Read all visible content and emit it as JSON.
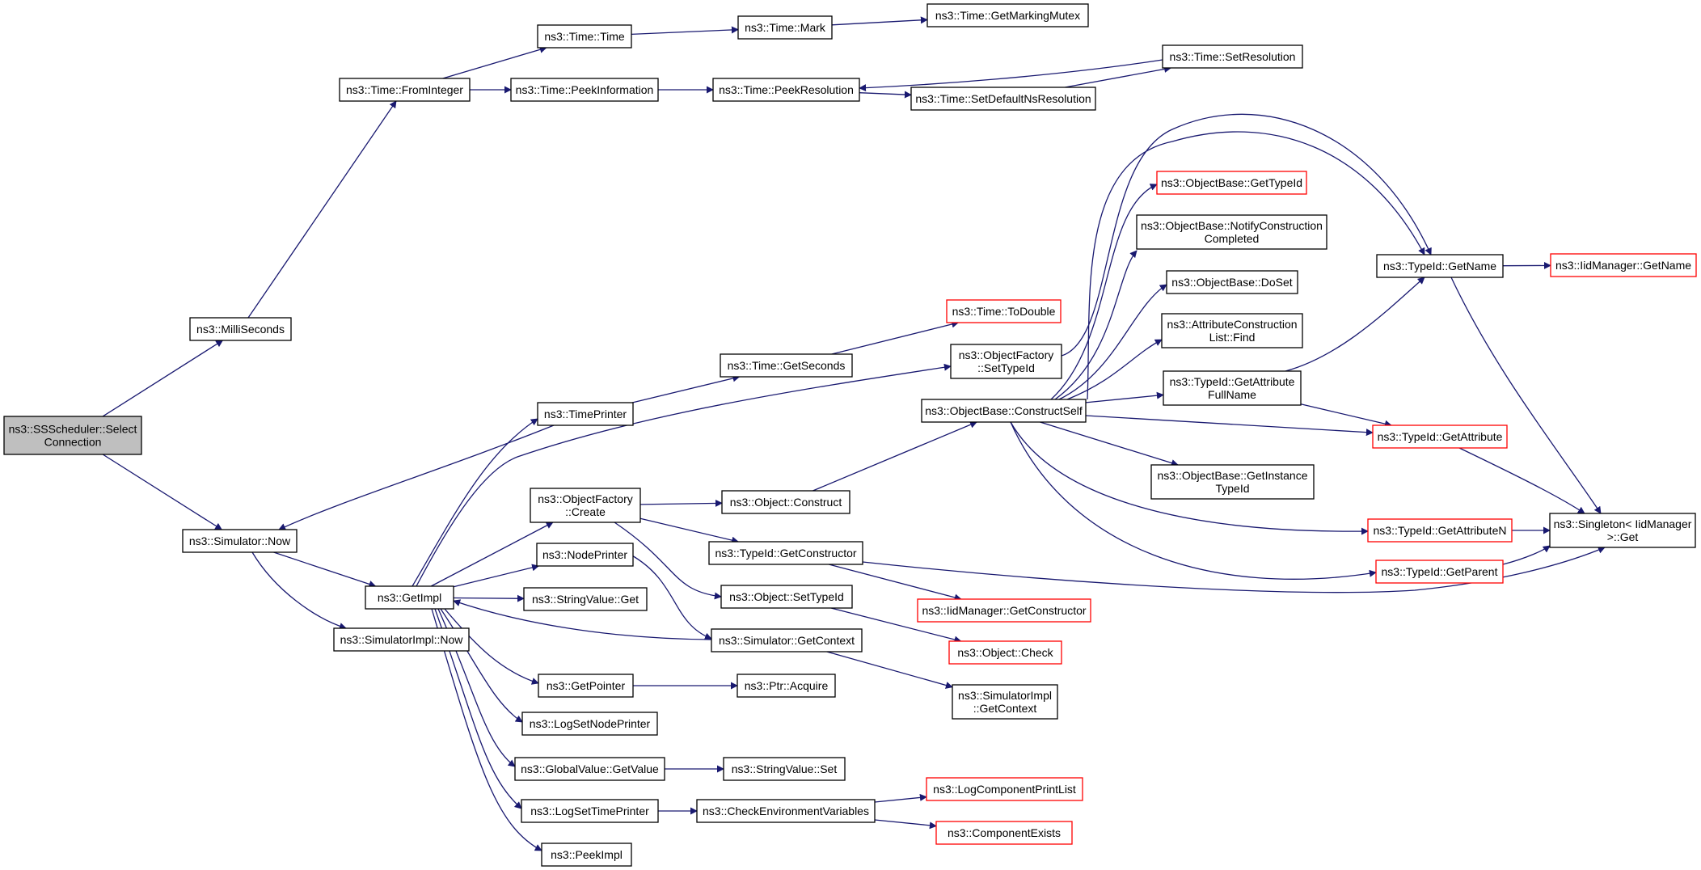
{
  "colors": {
    "edge": "#191970",
    "normal": "#000000",
    "truncated": "#ff0000",
    "root_fill": "#bfbfbf",
    "fill": "#ffffff"
  },
  "nodes": [
    {
      "id": "root",
      "label": [
        "ns3::SSScheduler::Select",
        "Connection"
      ],
      "root": true
    },
    {
      "id": "milli",
      "label": [
        "ns3::MilliSeconds"
      ]
    },
    {
      "id": "simnow",
      "label": [
        "ns3::Simulator::Now"
      ]
    },
    {
      "id": "fromint",
      "label": [
        "ns3::Time::FromInteger"
      ]
    },
    {
      "id": "timetime",
      "label": [
        "ns3::Time::Time"
      ]
    },
    {
      "id": "mark",
      "label": [
        "ns3::Time::Mark"
      ]
    },
    {
      "id": "mutex",
      "label": [
        "ns3::Time::GetMarkingMutex"
      ]
    },
    {
      "id": "peekinfo",
      "label": [
        "ns3::Time::PeekInformation"
      ]
    },
    {
      "id": "peekres",
      "label": [
        "ns3::Time::PeekResolution"
      ]
    },
    {
      "id": "setres",
      "label": [
        "ns3::Time::SetResolution"
      ]
    },
    {
      "id": "setdef",
      "label": [
        "ns3::Time::SetDefaultNsResolution"
      ]
    },
    {
      "id": "getimpl",
      "label": [
        "ns3::GetImpl"
      ]
    },
    {
      "id": "simimplnow",
      "label": [
        "ns3::SimulatorImpl::Now"
      ]
    },
    {
      "id": "timeprinter",
      "label": [
        "ns3::TimePrinter"
      ]
    },
    {
      "id": "getseconds",
      "label": [
        "ns3::Time::GetSeconds"
      ]
    },
    {
      "id": "todouble",
      "label": [
        "ns3::Time::ToDouble"
      ],
      "truncated": true
    },
    {
      "id": "ofcreate",
      "label": [
        "ns3::ObjectFactory",
        "::Create"
      ]
    },
    {
      "id": "objconstruct",
      "label": [
        "ns3::Object::Construct"
      ]
    },
    {
      "id": "ofsettypeid",
      "label": [
        "ns3::ObjectFactory",
        "::SetTypeId"
      ]
    },
    {
      "id": "constructself",
      "label": [
        "ns3::ObjectBase::ConstructSelf"
      ]
    },
    {
      "id": "gettypeid",
      "label": [
        "ns3::ObjectBase::GetTypeId"
      ],
      "truncated": true
    },
    {
      "id": "notify",
      "label": [
        "ns3::ObjectBase::NotifyConstruction",
        "Completed"
      ]
    },
    {
      "id": "doset",
      "label": [
        "ns3::ObjectBase::DoSet"
      ]
    },
    {
      "id": "attrfind",
      "label": [
        "ns3::AttributeConstruction",
        "List::Find"
      ]
    },
    {
      "id": "attrfullname",
      "label": [
        "ns3::TypeId::GetAttribute",
        "FullName"
      ]
    },
    {
      "id": "instancetypeid",
      "label": [
        "ns3::ObjectBase::GetInstance",
        "TypeId"
      ]
    },
    {
      "id": "tidgetname",
      "label": [
        "ns3::TypeId::GetName"
      ]
    },
    {
      "id": "iidgetname",
      "label": [
        "ns3::IidManager::GetName"
      ],
      "truncated": true
    },
    {
      "id": "getattribute",
      "label": [
        "ns3::TypeId::GetAttribute"
      ],
      "truncated": true
    },
    {
      "id": "getattributen",
      "label": [
        "ns3::TypeId::GetAttributeN"
      ],
      "truncated": true
    },
    {
      "id": "getparent",
      "label": [
        "ns3::TypeId::GetParent"
      ],
      "truncated": true
    },
    {
      "id": "singleton",
      "label": [
        "ns3::Singleton< IidManager",
        ">::Get"
      ]
    },
    {
      "id": "nodeprinter",
      "label": [
        "ns3::NodePrinter"
      ]
    },
    {
      "id": "getconstructor",
      "label": [
        "ns3::TypeId::GetConstructor"
      ]
    },
    {
      "id": "iidgetconstructor",
      "label": [
        "ns3::IidManager::GetConstructor"
      ],
      "truncated": true
    },
    {
      "id": "strget",
      "label": [
        "ns3::StringValue::Get"
      ]
    },
    {
      "id": "objsettypeid",
      "label": [
        "ns3::Object::SetTypeId"
      ]
    },
    {
      "id": "objcheck",
      "label": [
        "ns3::Object::Check"
      ],
      "truncated": true
    },
    {
      "id": "getcontext",
      "label": [
        "ns3::Simulator::GetContext"
      ]
    },
    {
      "id": "simimplctx",
      "label": [
        "ns3::SimulatorImpl",
        "::GetContext"
      ]
    },
    {
      "id": "getpointer",
      "label": [
        "ns3::GetPointer"
      ]
    },
    {
      "id": "ptracquire",
      "label": [
        "ns3::Ptr::Acquire"
      ]
    },
    {
      "id": "logsetnode",
      "label": [
        "ns3::LogSetNodePrinter"
      ]
    },
    {
      "id": "gvgetvalue",
      "label": [
        "ns3::GlobalValue::GetValue"
      ]
    },
    {
      "id": "strset",
      "label": [
        "ns3::StringValue::Set"
      ]
    },
    {
      "id": "logsettime",
      "label": [
        "ns3::LogSetTimePrinter"
      ]
    },
    {
      "id": "checkenv",
      "label": [
        "ns3::CheckEnvironmentVariables"
      ]
    },
    {
      "id": "logcompprint",
      "label": [
        "ns3::LogComponentPrintList"
      ],
      "truncated": true
    },
    {
      "id": "compexists",
      "label": [
        "ns3::ComponentExists"
      ],
      "truncated": true
    },
    {
      "id": "peekimpl",
      "label": [
        "ns3::PeekImpl"
      ]
    }
  ]
}
